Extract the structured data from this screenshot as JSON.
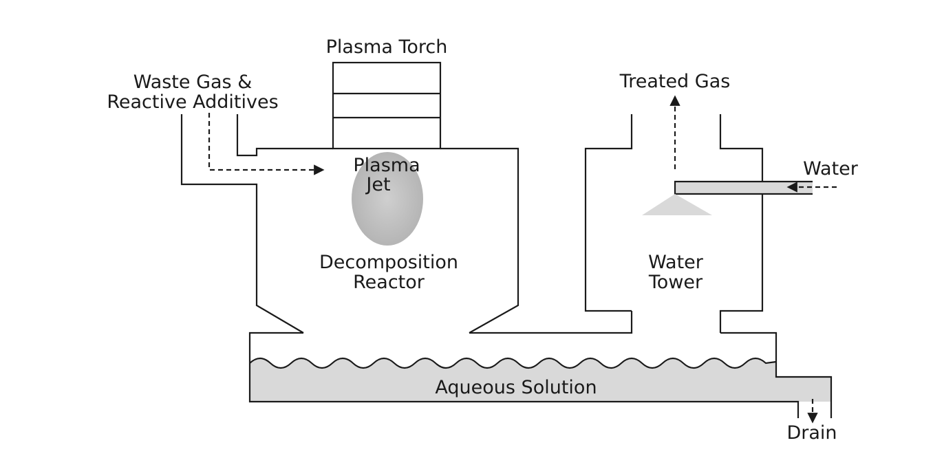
{
  "labels": {
    "plasma_torch": "Plasma Torch",
    "waste_gas_line1": "Waste Gas &",
    "waste_gas_line2": "Reactive Additives",
    "plasma_jet_line1": "Plasma",
    "plasma_jet_line2": "Jet",
    "reactor_line1": "Decomposition",
    "reactor_line2": "Reactor",
    "treated_gas": "Treated Gas",
    "water": "Water",
    "tower_line1": "Water",
    "tower_line2": "Tower",
    "aqueous": "Aqueous Solution",
    "drain": "Drain"
  },
  "colors": {
    "line": "#1a1a1a",
    "liquid_fill": "#d9d9d9",
    "jet_fill": "#bdbdbd",
    "pipe_fill": "#d9d9d9"
  }
}
